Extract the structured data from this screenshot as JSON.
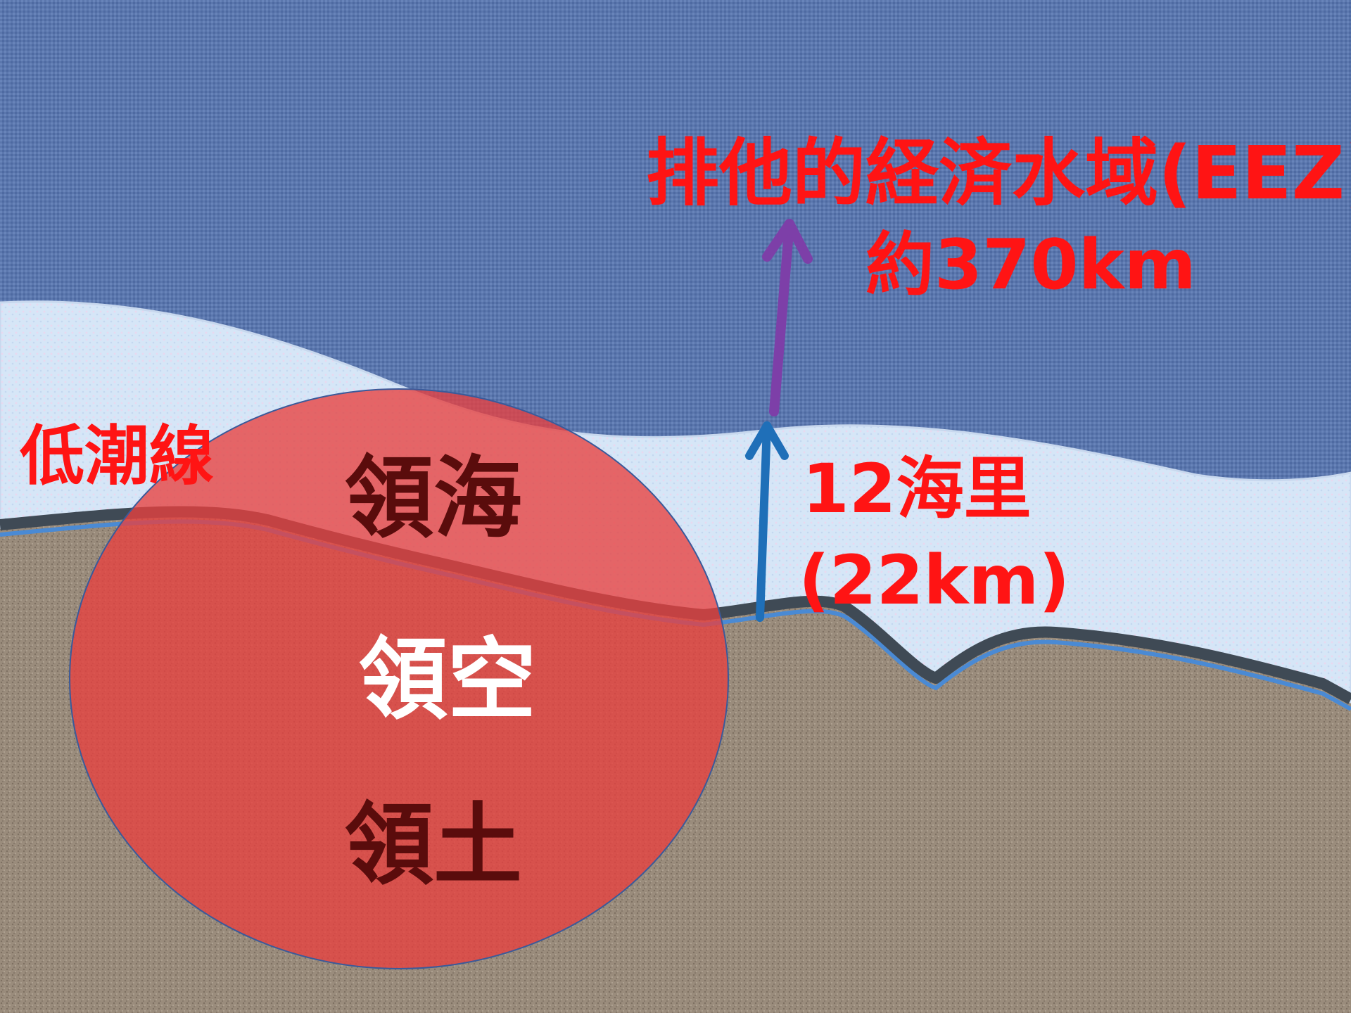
{
  "labels": {
    "eez_line1": "排他的経済水域(EEZ)",
    "eez_line2": "約370km",
    "low_tide_line": "低潮線",
    "territorial_sea": "領海",
    "territorial_airspace": "領空",
    "territory": "領土",
    "nm_line1": "12海里",
    "nm_line2": "(22km)"
  },
  "colors": {
    "ocean": "#5b77ad",
    "coastal_water": "#d6e6f7",
    "land": "#9a8c7c",
    "coastline": "#3f4a55",
    "circle_fill": "#e8403f",
    "label_red": "#ff1414",
    "label_dark_red": "#5a0c0c",
    "label_white": "#ffffff",
    "arrow_blue": "#1f6fb8",
    "arrow_purple": "#7d3fa8"
  }
}
